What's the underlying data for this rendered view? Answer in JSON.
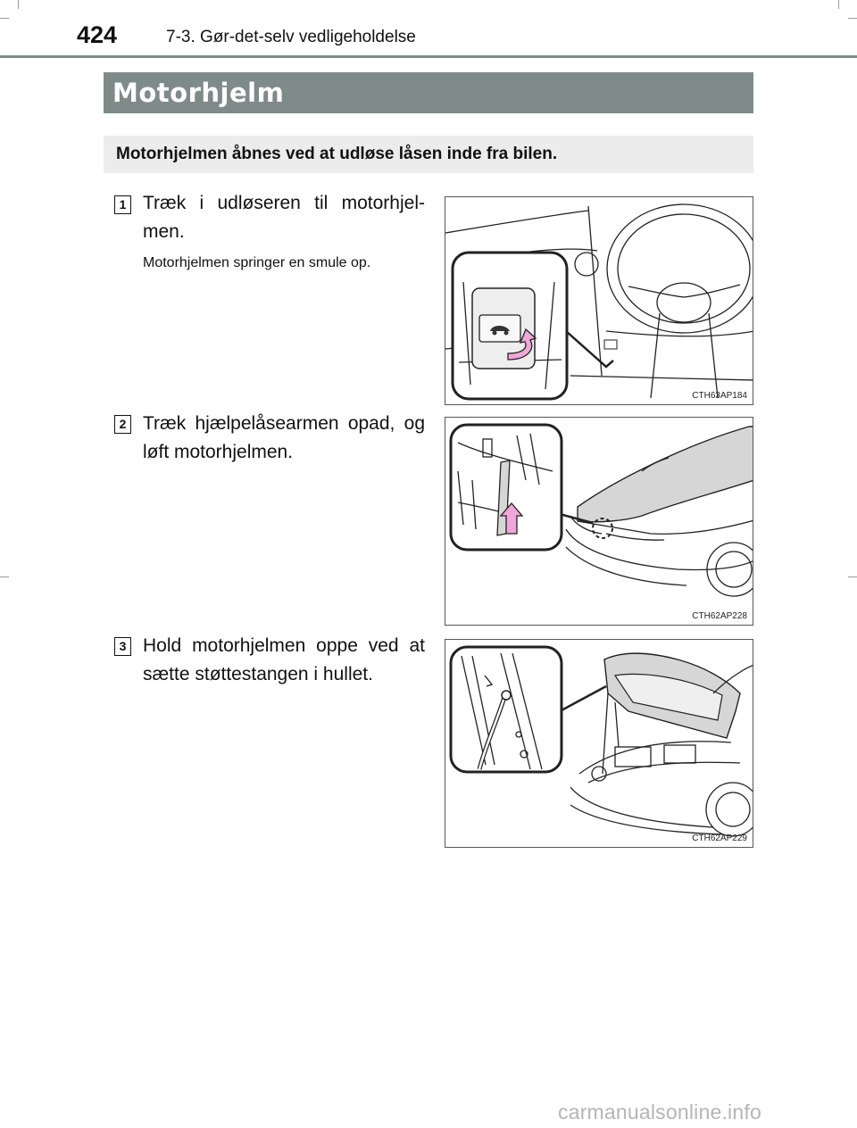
{
  "header": {
    "page_number": "424",
    "section": "7-3. Gør-det-selv vedligeholdelse"
  },
  "title": "Motorhjelm",
  "intro": "Motorhjelmen åbnes ved at udløse låsen inde fra bilen.",
  "steps": [
    {
      "number": "1",
      "text": "Træk i udløseren til motorhjel-men.",
      "subtext": "Motorhjelmen springer en smule op.",
      "figure_code": "CTH63AP184"
    },
    {
      "number": "2",
      "text": "Træk hjælpelåsearmen opad, og løft motorhjelmen.",
      "subtext": "",
      "figure_code": "CTH62AP228"
    },
    {
      "number": "3",
      "text": "Hold motorhjelmen oppe ved at sætte støttestangen i hullet.",
      "subtext": "",
      "figure_code": "CTH62AP229"
    }
  ],
  "watermark": "carmanualsonline.info",
  "colors": {
    "title_bar": "#7f8b88",
    "intro_box": "#ececec",
    "arrow_pink": "#f0a6d8",
    "hood_fill": "#d6d6d6"
  }
}
